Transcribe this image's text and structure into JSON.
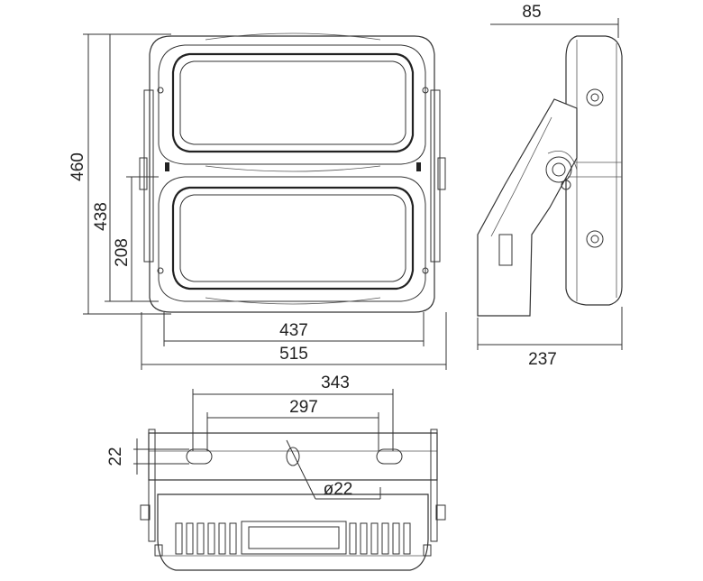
{
  "drawing": {
    "front_view": {
      "height_overall": "460",
      "height_frame": "438",
      "height_bracket": "208",
      "width_frame": "437",
      "width_overall": "515"
    },
    "side_view": {
      "depth_top": "85",
      "depth_bottom": "237"
    },
    "bottom_view": {
      "hole_span_outer": "343",
      "hole_span_inner": "297",
      "slot_offset": "22",
      "hole_diameter": "ø22"
    }
  }
}
